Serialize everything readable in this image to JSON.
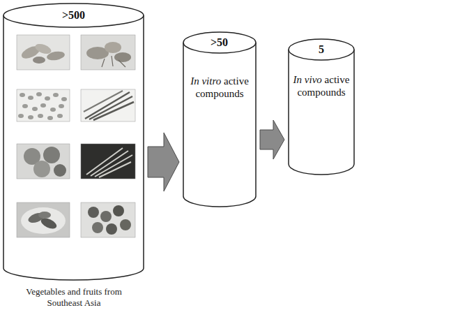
{
  "diagram": {
    "nodes": [
      {
        "text": [
          ">500",
          "Vegetables and fruits from Southeast Asia"
        ]
      },
      {
        "text": [
          ">50",
          "In vitro active compounds"
        ]
      },
      {
        "text": [
          "5",
          "In vivo active compounds"
        ]
      }
    ],
    "edges": [
      {
        "from": 0,
        "to": 1,
        "arrow": "to"
      },
      {
        "from": 1,
        "to": 2,
        "arrow": "to"
      }
    ]
  }
}
